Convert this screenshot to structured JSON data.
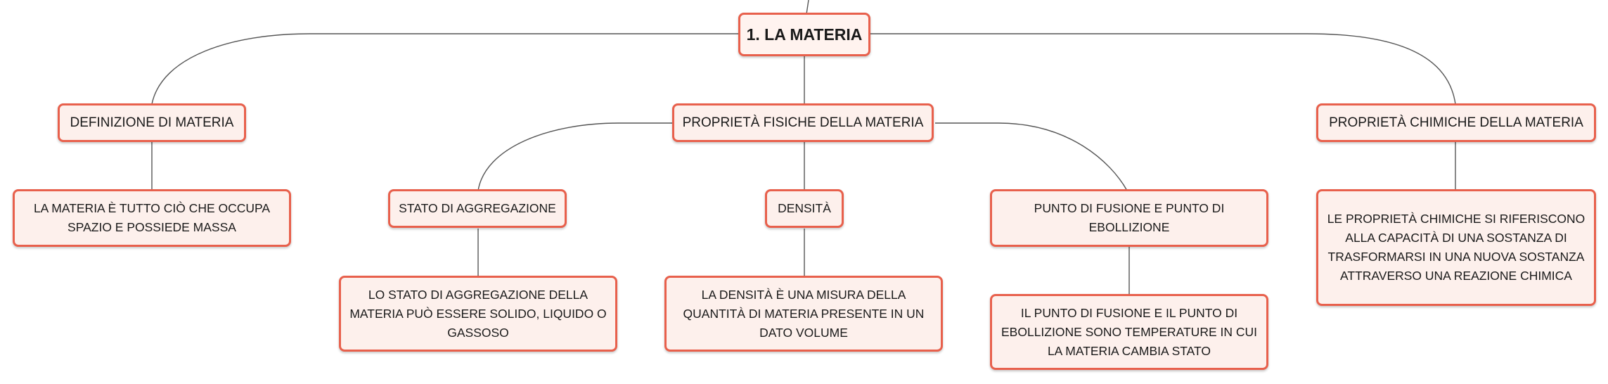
{
  "map": {
    "root": "1. LA MATERIA",
    "definizione": {
      "title": "DEFINIZIONE DI MATERIA",
      "desc": "LA MATERIA È TUTTO CIÒ CHE OCCUPA SPAZIO E POSSIEDE MASSA"
    },
    "fisiche": {
      "title": "PROPRIETÀ FISICHE DELLA MATERIA",
      "stato": {
        "title": "STATO DI AGGREGAZIONE",
        "desc": "LO STATO DI AGGREGAZIONE DELLA MATERIA PUÒ ESSERE SOLIDO, LIQUIDO O GASSOSO"
      },
      "densita": {
        "title": "DENSITÀ",
        "desc": "LA DENSITÀ È UNA MISURA DELLA QUANTITÀ DI MATERIA PRESENTE IN UN DATO VOLUME"
      },
      "fusione": {
        "title": "PUNTO DI FUSIONE E PUNTO DI EBOLLIZIONE",
        "desc": "IL PUNTO DI FUSIONE E IL PUNTO DI EBOLLIZIONE SONO TEMPERATURE IN CUI LA MATERIA CAMBIA STATO"
      }
    },
    "chimiche": {
      "title": "PROPRIETÀ CHIMICHE DELLA MATERIA",
      "desc": "LE PROPRIETÀ CHIMICHE SI RIFERISCONO ALLA CAPACITÀ DI UNA SOSTANZA DI TRASFORMARSI IN UNA NUOVA SOSTANZA ATTRAVERSO UNA REAZIONE CHIMICA"
    }
  },
  "colors": {
    "node_border": "#e8604c",
    "node_fill": "#fdf0ec",
    "connector": "#555555"
  }
}
